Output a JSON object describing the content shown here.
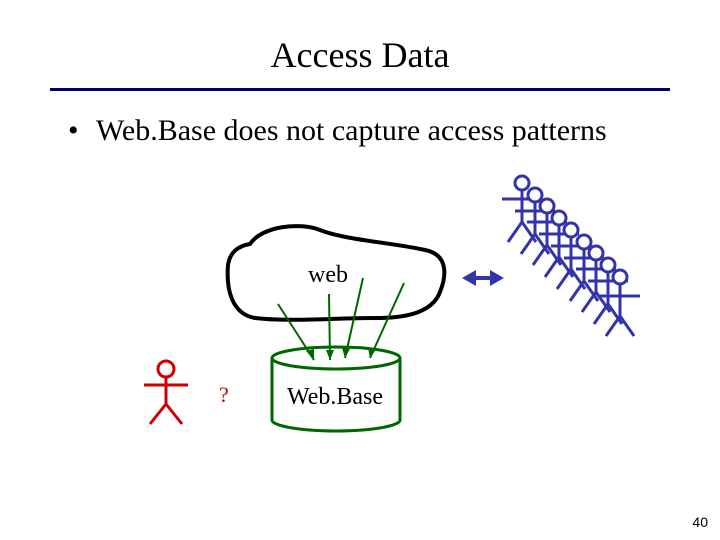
{
  "slide": {
    "title": "Access Data",
    "bullet_marker": "•",
    "bullet_text": "Web.Base does not capture access patterns",
    "page_number": "40"
  },
  "diagram": {
    "cloud_label": "web",
    "database_label": "Web.Base",
    "user_label": "?",
    "colors": {
      "cloud": "#000000",
      "database": "#006600",
      "user": "#cc0000",
      "crowd": "#3333aa",
      "arrows": "#006600",
      "double_arrow": "#3333aa"
    },
    "icons": [
      "cloud-shape",
      "database-cylinder",
      "stick-figure-icon",
      "crowd-stick-figures",
      "double-arrow-icon"
    ]
  }
}
